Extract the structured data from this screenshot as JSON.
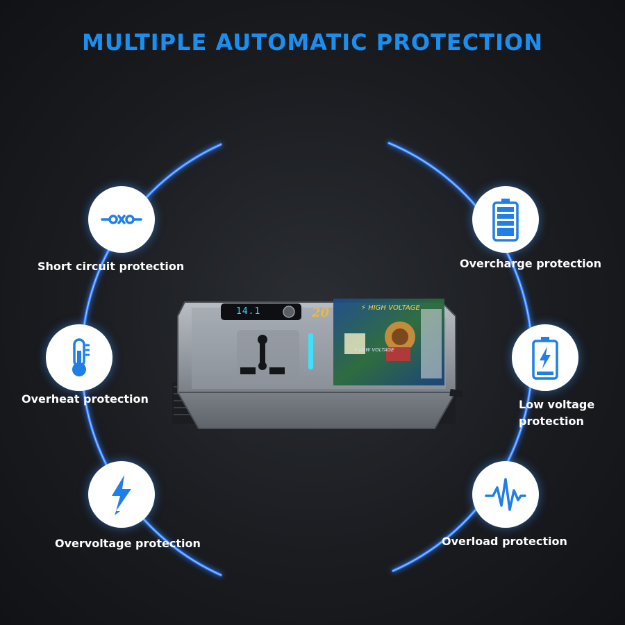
{
  "title": "MULTIPLE AUTOMATIC PROTECTION",
  "features": [
    {
      "label": "Short circuit protection",
      "icon": "short-circuit-icon"
    },
    {
      "label": "Overheat protection",
      "icon": "thermometer-icon"
    },
    {
      "label": "Overvoltage protection",
      "icon": "lightning-bolt-icon"
    },
    {
      "label": "Overcharge protection",
      "icon": "full-battery-icon"
    },
    {
      "label": "Low voltage protection",
      "icon": "charging-battery-icon"
    },
    {
      "label": "Overload protection",
      "icon": "waveform-icon"
    }
  ],
  "device": {
    "display_value": "14.1",
    "high_voltage_label": "HIGH VOLTAGE",
    "low_voltage_label": "LOW VOLTAGE",
    "model_text": "20"
  },
  "colors": {
    "accent": "#1a8ff0",
    "glow": "#2f7dff",
    "icon": "#1f7fe6"
  }
}
